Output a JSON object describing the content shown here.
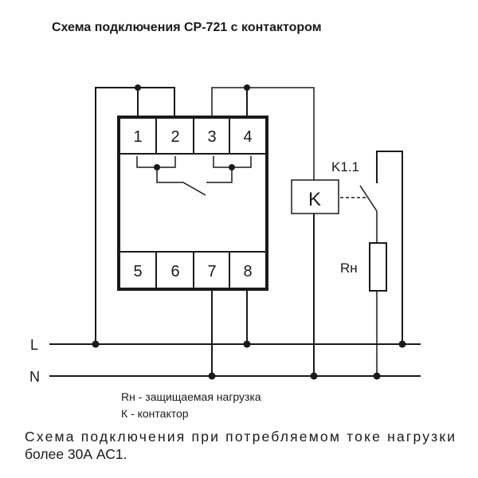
{
  "title": "Схема подключения СР-721 с контактором",
  "terminals": [
    "1",
    "2",
    "3",
    "4",
    "5",
    "6",
    "7",
    "8"
  ],
  "lines": {
    "L": "L",
    "N": "N"
  },
  "contactor": {
    "coil_label": "K",
    "contact_label": "K1.1"
  },
  "load_label": "Rн",
  "legend": [
    "Rн - защищаемая нагрузка",
    "К - контактор"
  ],
  "note_line1": "Схема подключения при потребляемом токе нагрузки",
  "note_line2": "более 30А АС1."
}
